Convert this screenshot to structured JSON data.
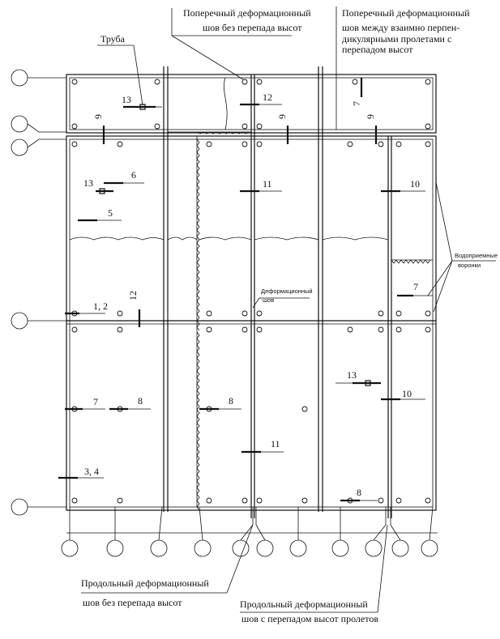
{
  "annotations": {
    "pipe": "Труба",
    "transverse_joint_1": "Поперечный деформационный",
    "transverse_joint_1b": "шов без перепада высот",
    "transverse_joint_2": "Поперечный деформационный",
    "transverse_joint_2b": "шов между взаимно перпен-",
    "transverse_joint_2c": "дикулярными пролетами с",
    "transverse_joint_2d": "перепадом высот",
    "drain_funnels_1": "Водоприемные",
    "drain_funnels_2": "воронки",
    "deform_joint_1": "Деформационный",
    "deform_joint_2": "шов",
    "long_joint_1a": "Продольный деформационный",
    "long_joint_1b": "шов без перепада высот",
    "long_joint_2a": "Продольный деформационный",
    "long_joint_2b": "шов с перепадом высот пролетов"
  },
  "node_labels": [
    {
      "id": "n13a",
      "text": "13"
    },
    {
      "id": "n12a",
      "text": "12"
    },
    {
      "id": "n9a",
      "text": "9"
    },
    {
      "id": "n9b",
      "text": "9"
    },
    {
      "id": "n9c",
      "text": "9"
    },
    {
      "id": "n7a",
      "text": "7"
    },
    {
      "id": "n6",
      "text": "6"
    },
    {
      "id": "n13b",
      "text": "13"
    },
    {
      "id": "n5",
      "text": "5"
    },
    {
      "id": "n11a",
      "text": "11"
    },
    {
      "id": "n10a",
      "text": "10"
    },
    {
      "id": "n12b",
      "text": "12"
    },
    {
      "id": "n7b",
      "text": "7"
    },
    {
      "id": "n12c",
      "text": "1, 2"
    },
    {
      "id": "n7c",
      "text": "7"
    },
    {
      "id": "n8a",
      "text": "8"
    },
    {
      "id": "n8b",
      "text": "8"
    },
    {
      "id": "n13c",
      "text": "13"
    },
    {
      "id": "n10b",
      "text": "10"
    },
    {
      "id": "n11b",
      "text": "11"
    },
    {
      "id": "n34",
      "text": "3, 4"
    },
    {
      "id": "n8c",
      "text": "8"
    }
  ]
}
